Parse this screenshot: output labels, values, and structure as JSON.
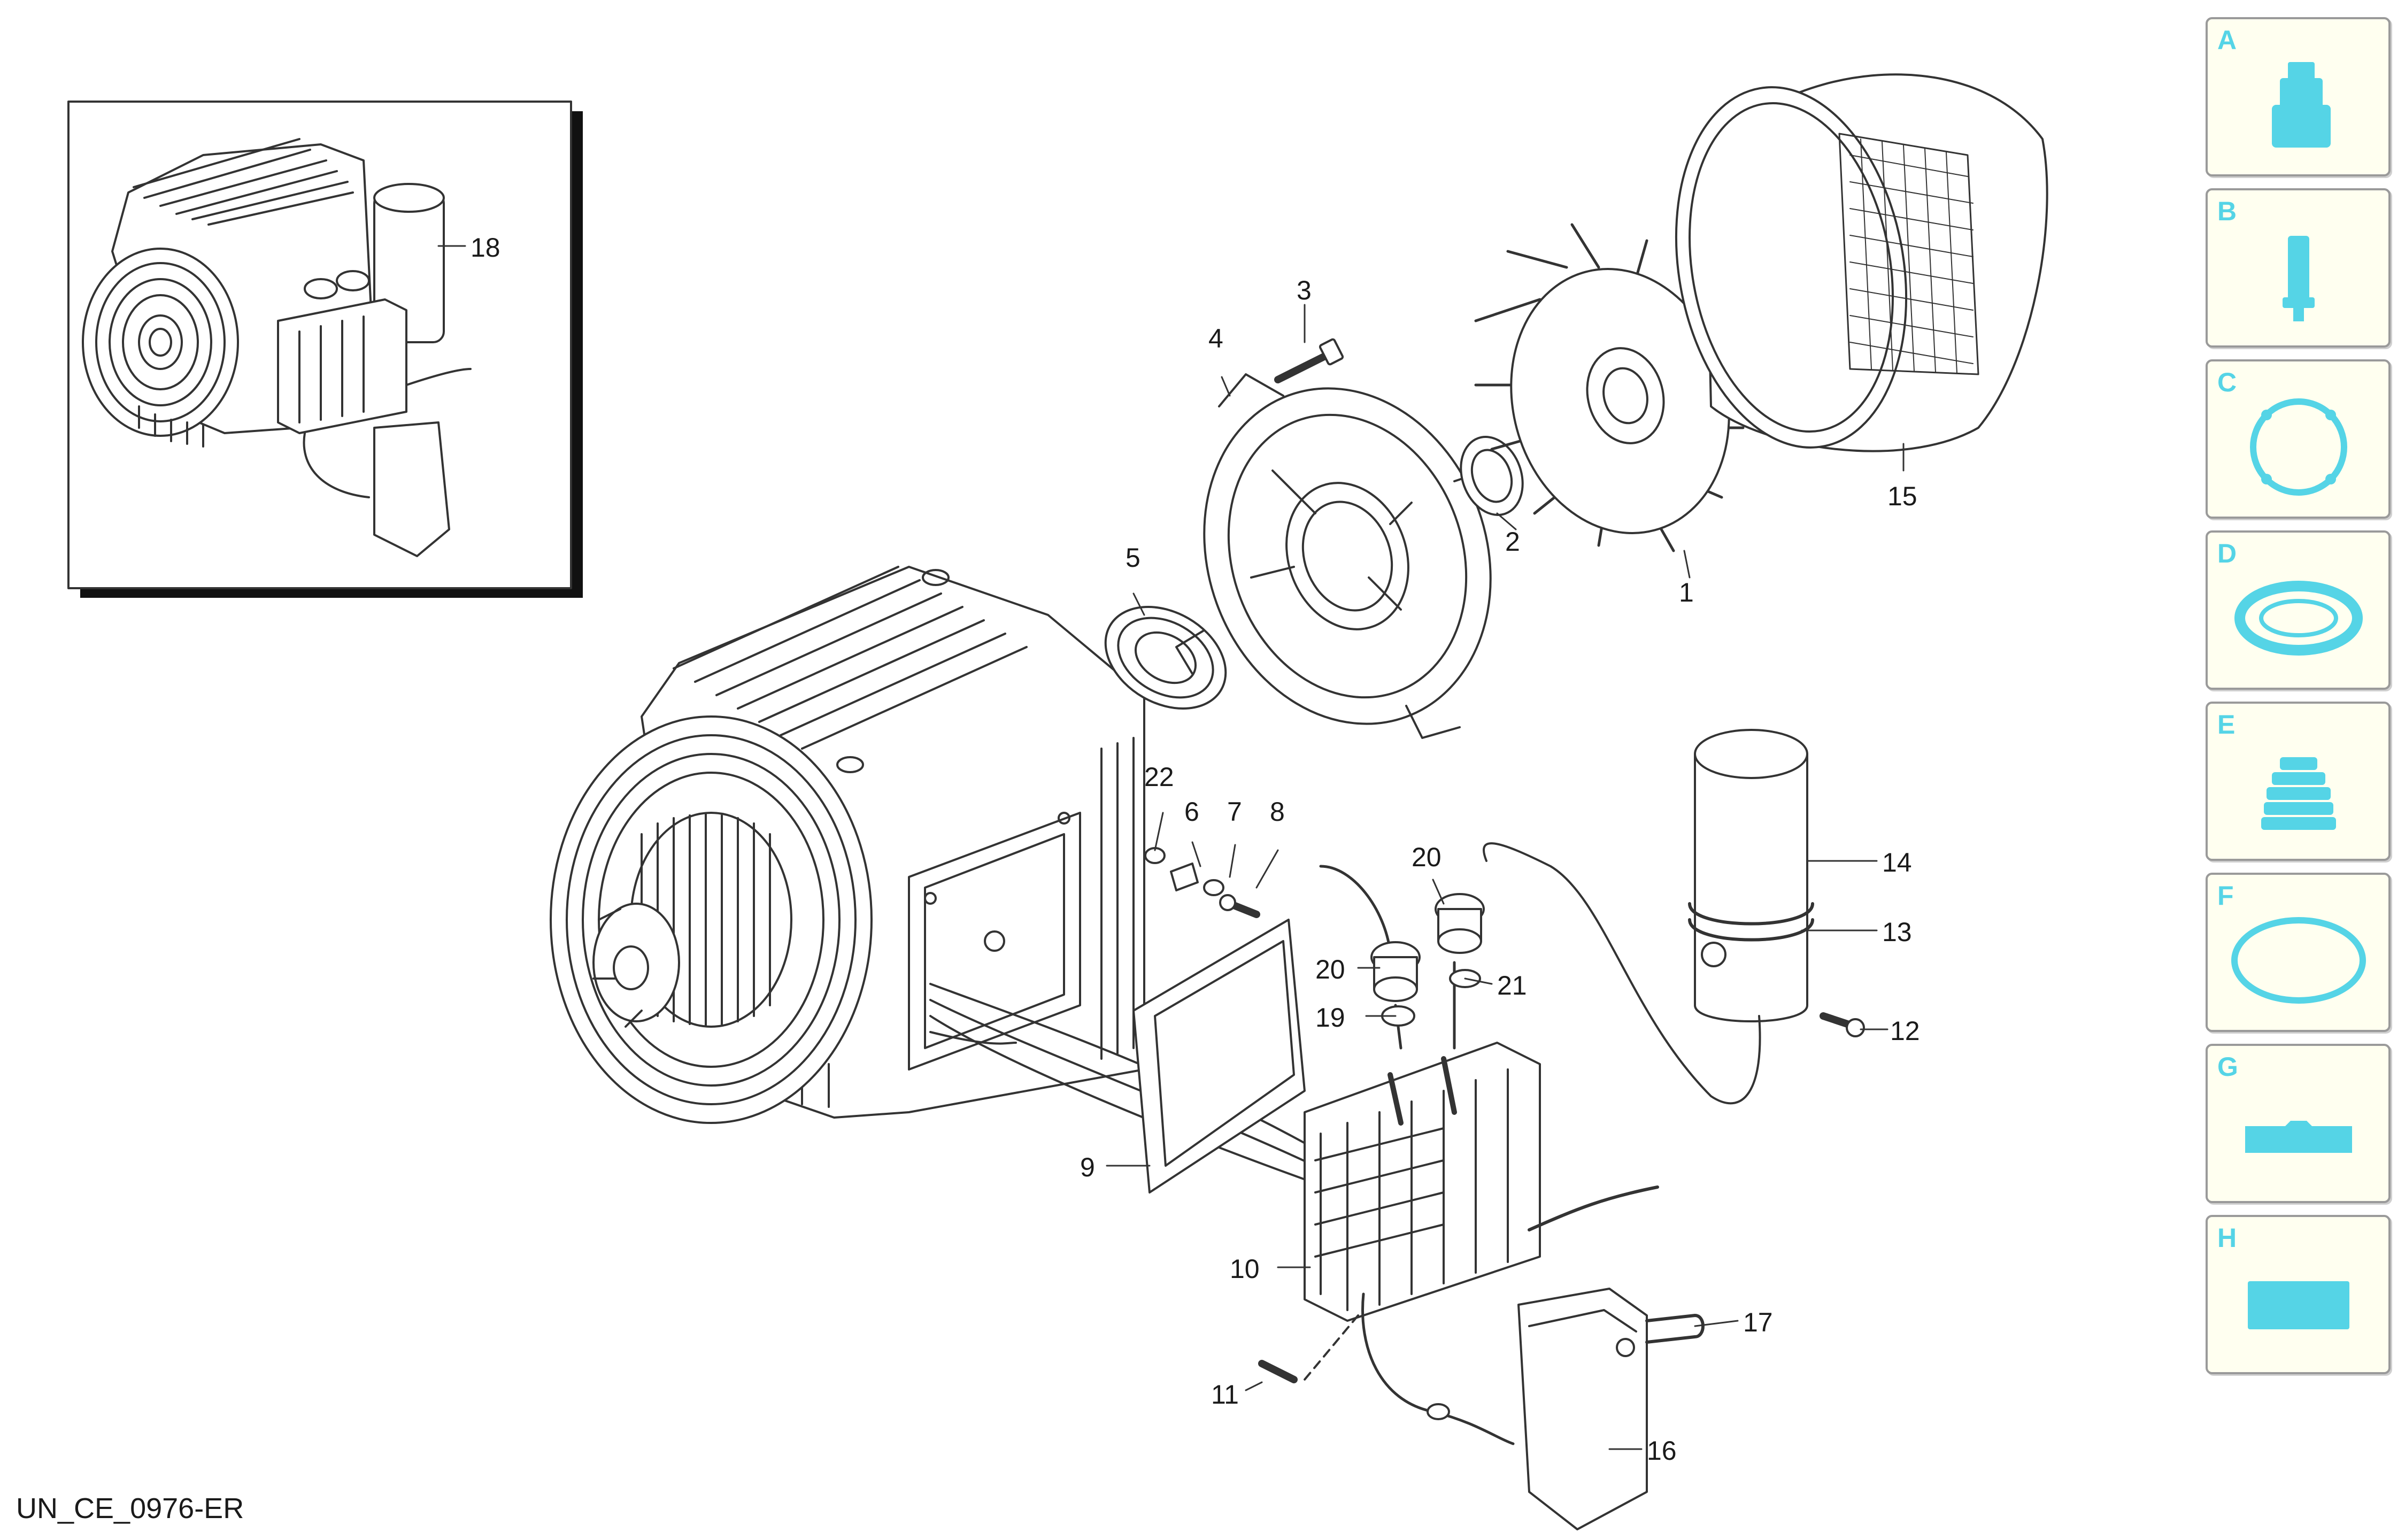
{
  "document_code": "UN_CE_0976-ER",
  "accent_color": "#55d4e6",
  "tab_background": "#fffff0",
  "callouts": [
    "1",
    "2",
    "3",
    "4",
    "5",
    "6",
    "7",
    "8",
    "9",
    "10",
    "11",
    "12",
    "13",
    "14",
    "15",
    "16",
    "17",
    "18",
    "19",
    "20",
    "20",
    "21",
    "22"
  ],
  "side_tabs": [
    {
      "letter": "A",
      "icon": "pump-head-icon"
    },
    {
      "letter": "B",
      "icon": "piston-icon"
    },
    {
      "letter": "C",
      "icon": "o-ring-flange-icon"
    },
    {
      "letter": "D",
      "icon": "seal-ring-icon"
    },
    {
      "letter": "E",
      "icon": "bellows-icon"
    },
    {
      "letter": "F",
      "icon": "gasket-ring-icon"
    },
    {
      "letter": "G",
      "icon": "valve-plate-icon"
    },
    {
      "letter": "H",
      "icon": "cover-plate-icon"
    }
  ]
}
